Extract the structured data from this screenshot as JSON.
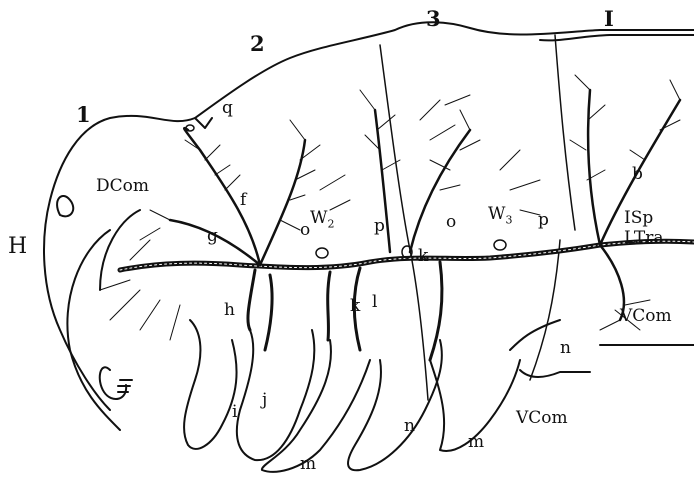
{
  "diagram": {
    "segment_labels": {
      "seg_1": "1",
      "seg_2": "2",
      "seg_3": "3",
      "seg_I": "I"
    },
    "part_labels": {
      "H": "H",
      "DCom": "DCom",
      "q": "q",
      "f": "f",
      "g": "g",
      "h": "h",
      "i": "i",
      "j": "j",
      "k": "k",
      "l": "l",
      "m_left": "m",
      "m_right": "m",
      "n_left": "n",
      "n_right": "n",
      "o_left": "o",
      "o_right": "o",
      "p_left": "p",
      "p_right": "p",
      "k_right": "k",
      "b": "b",
      "ISp": "ISp",
      "LTra": "LTra",
      "VCom_upper": "VCom",
      "VCom_lower": "VCom",
      "W2_base": "W",
      "W2_sub": "2",
      "W3_base": "W",
      "W3_sub": "3"
    }
  }
}
